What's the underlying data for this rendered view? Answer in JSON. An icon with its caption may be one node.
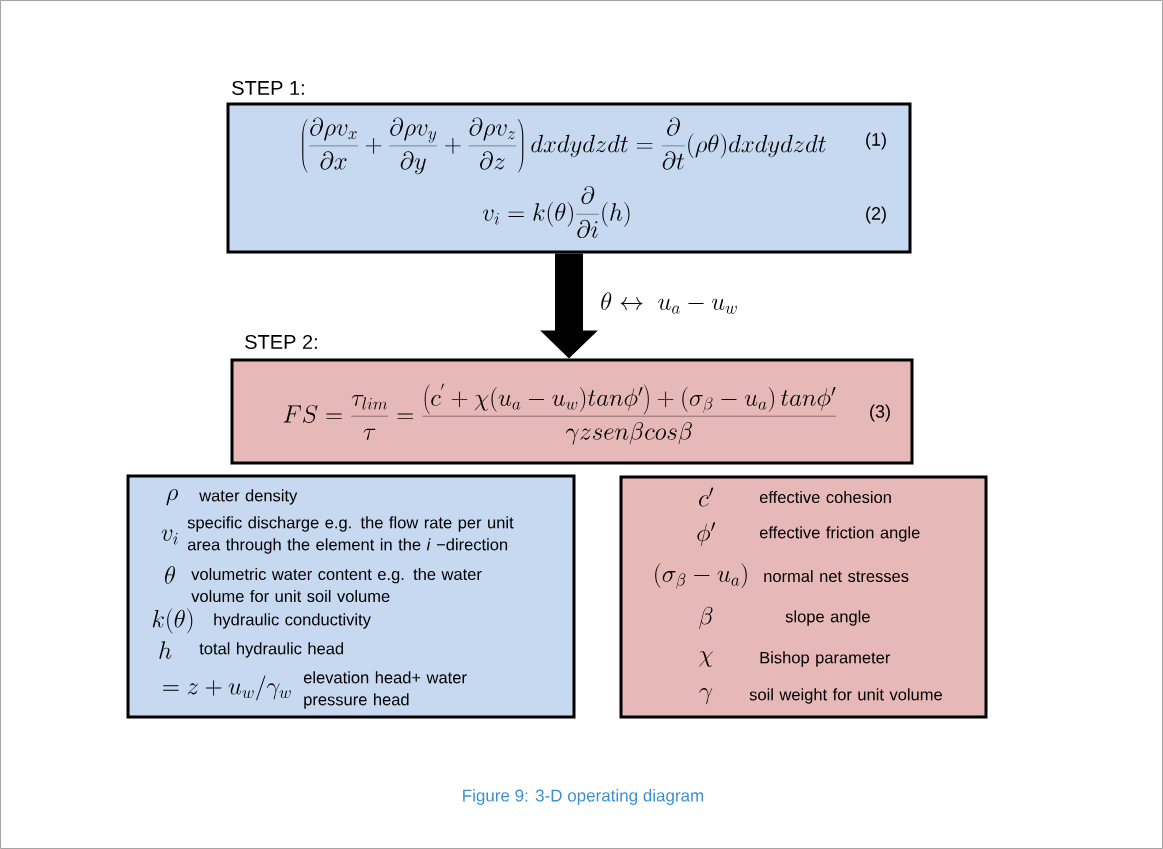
{
  "diagram": {
    "caption": "Figure 9: 3-D operating diagram",
    "nodes": [
      {
        "text": [
          "STEP 1:",
          "\\left(\\frac{\\partial\\rho v_x}{\\partial x}+\\frac{\\partial\\rho v_y}{\\partial y}+\\frac{\\partial\\rho v_z}{\\partial z}\\right)dxdydzdt=\\frac{\\partial}{\\partial t}(\\rho\\theta)dxdydzdt",
          "(1)",
          "v_i=k(\\theta)\\frac{\\partial}{\\partial i}(h)",
          "(2)"
        ]
      },
      {
        "text": [
          "STEP 2:",
          "FS=\\frac{\\tau_{lim}}{\\tau}=\\frac{\\left(c^{'}+\\chi(u_a-u_w)tan\\phi'\\right)+\\left(\\sigma_\\beta-u_a\\right)tan\\phi'}{\\gamma zsen\\beta cos\\beta}",
          "(3)"
        ]
      },
      {
        "text": [
          "\\rho",
          "water density",
          "v_i",
          "specific discharge e.g. the flow rate per unit area through the element in the *i* −direction",
          "\\theta",
          "volumetric water content e.g. the water volume for unit soil volume",
          "k(\\theta)",
          "hydraulic conductivity",
          "h",
          "total hydraulic head",
          "=z+u_w/\\gamma_w",
          "elevation head+ water pressure head"
        ]
      },
      {
        "text": [
          "c'",
          "effective cohesion",
          "\\phi'",
          "effective friction  angle",
          "\\left(\\sigma_\\beta-u_a\\right)",
          "normal net stresses",
          "\\beta",
          "slope angle",
          "\\chi",
          "Bishop parameter",
          "\\gamma",
          "soil weight for unit volume"
        ]
      }
    ],
    "edges": [
      {
        "from": 0,
        "to": 1,
        "arrow": "to",
        "label": "\\theta\\leftrightarrow\\ u_a-u_w"
      }
    ]
  }
}
